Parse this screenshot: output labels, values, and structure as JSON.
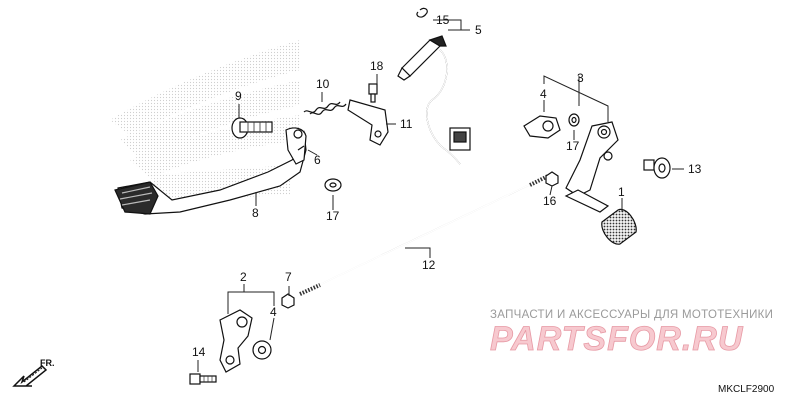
{
  "diagram": {
    "code": "MKCLF2900",
    "direction_label": "FR.",
    "callouts": [
      "15",
      "5",
      "18",
      "10",
      "9",
      "11",
      "6",
      "3",
      "4",
      "17",
      "13",
      "1",
      "16",
      "8",
      "17",
      "12",
      "2",
      "7",
      "4",
      "14"
    ]
  },
  "watermark": {
    "line": "ЗАПЧАСТИ И АКСЕССУАРЫ ДЛЯ МОТОТЕХНИКИ",
    "logo": "PARTSFOR.RU"
  },
  "colors": {
    "ink": "#111111",
    "watermark_text": "#9a9a9a",
    "watermark_logo": "#f7c9cf",
    "background_emblem": "#cfcfcf"
  }
}
